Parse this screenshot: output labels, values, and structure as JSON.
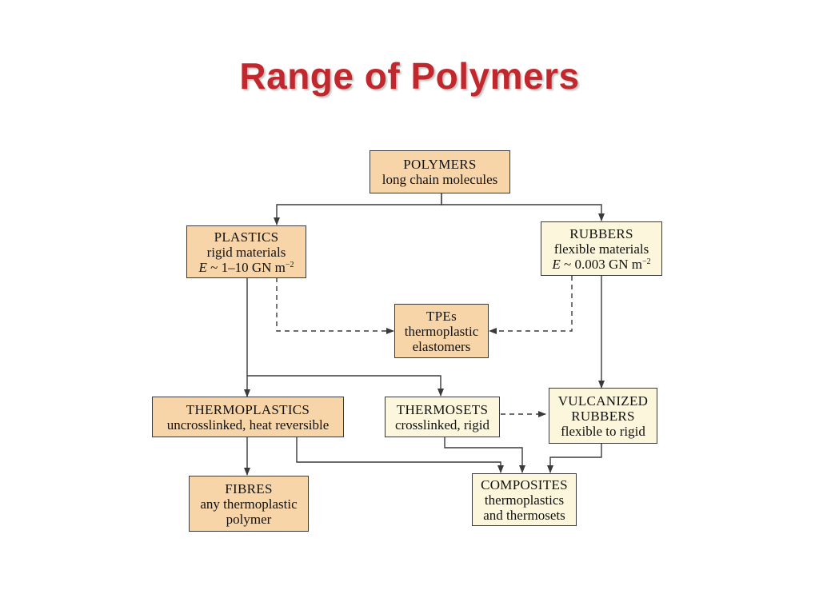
{
  "title": "Range of Polymers",
  "nodes": {
    "polymers": {
      "title": "POLYMERS",
      "line1": "long chain molecules"
    },
    "plastics": {
      "title": "PLASTICS",
      "line1": "rigid materials",
      "var": "E",
      "modulus": " ~ 1–10 GN m",
      "exp": "−2"
    },
    "rubbers": {
      "title": "RUBBERS",
      "line1": "flexible materials",
      "var": "E",
      "modulus": " ~ 0.003 GN m",
      "exp": "−2"
    },
    "tpes": {
      "title": "TPEs",
      "line1": "thermoplastic",
      "line2": "elastomers"
    },
    "thermoplastics": {
      "title": "THERMOPLASTICS",
      "line1": "uncrosslinked, heat reversible"
    },
    "thermosets": {
      "title": "THERMOSETS",
      "line1": "crosslinked, rigid"
    },
    "vulcanized": {
      "title": "VULCANIZED",
      "line1": "RUBBERS",
      "line2": "flexible to rigid"
    },
    "fibres": {
      "title": "FIBRES",
      "line1": "any thermoplastic",
      "line2": "polymer"
    },
    "composites": {
      "title": "COMPOSITES",
      "line1": "thermoplastics",
      "line2": "and thermosets"
    }
  },
  "colors": {
    "title": "#c0282d",
    "tan_fill": "#f7d5a8",
    "cream_fill": "#fbf6dc",
    "line": "#3a3a3a"
  }
}
